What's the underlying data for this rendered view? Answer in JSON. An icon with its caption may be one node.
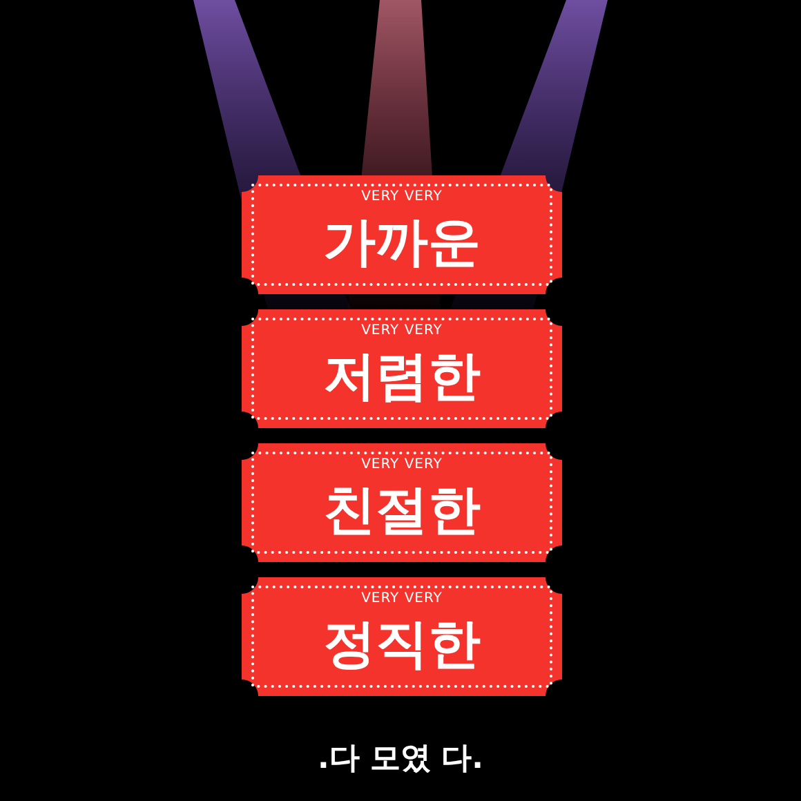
{
  "diagram": {
    "nodes": [
      {
        "text": [
          "VERY VERY",
          "가까운"
        ]
      },
      {
        "text": [
          "VERY VERY",
          "저렴한"
        ]
      },
      {
        "text": [
          "VERY VERY",
          "친절한"
        ]
      },
      {
        "text": [
          "VERY VERY",
          "정직한"
        ]
      }
    ],
    "labels": [
      ".다 모였 다."
    ]
  }
}
